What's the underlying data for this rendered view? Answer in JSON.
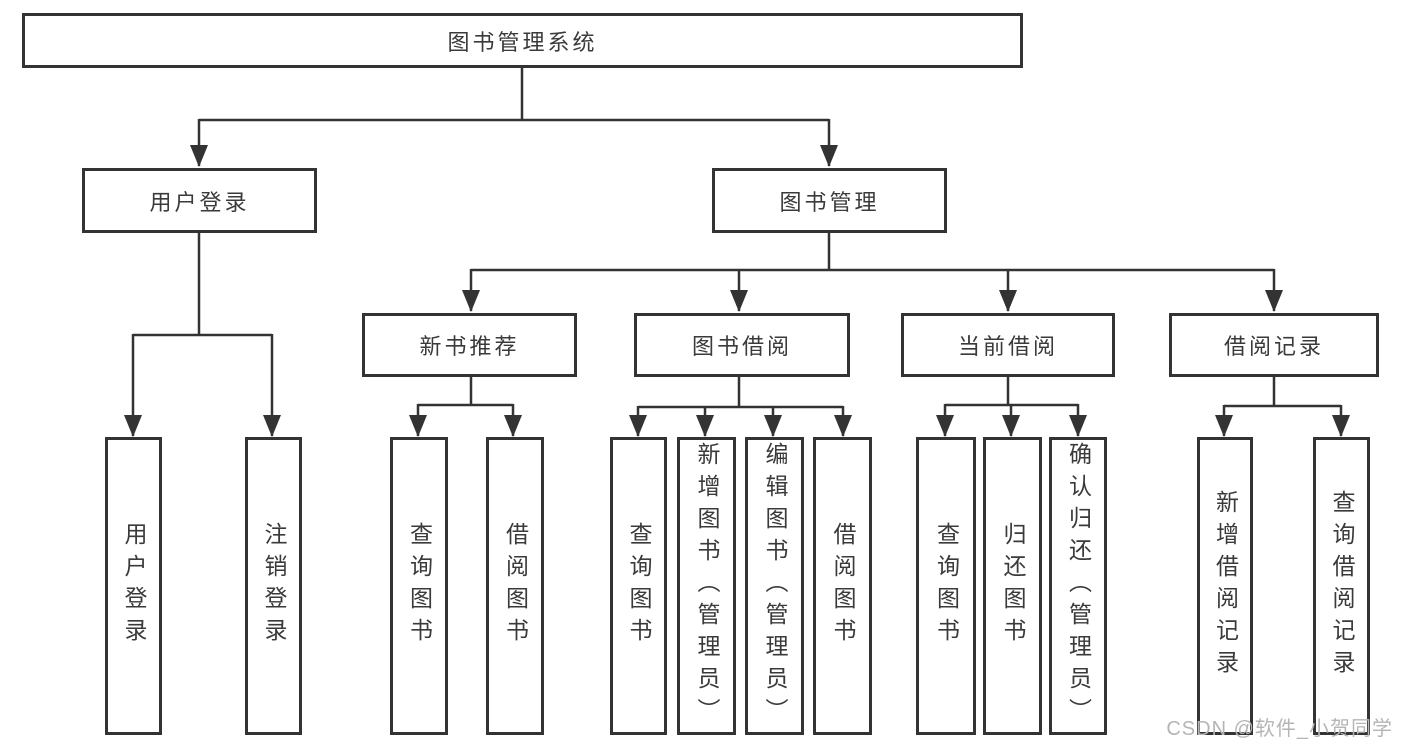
{
  "page": {
    "background": "#ffffff",
    "watermark": "CSDN @软件_小贺同学"
  },
  "colors": {
    "line": "#333333",
    "box_border": "#333333",
    "text": "#3a3a3a",
    "watermark": "#b5b5b5"
  },
  "tree": {
    "root": {
      "label": "图书管理系统"
    },
    "branches": [
      {
        "label": "用户登录",
        "children": [
          {
            "label": "用户登录"
          },
          {
            "label": "注销登录"
          }
        ]
      },
      {
        "label": "图书管理",
        "children": [
          {
            "label": "新书推荐",
            "children": [
              {
                "label": "查询图书"
              },
              {
                "label": "借阅图书"
              }
            ]
          },
          {
            "label": "图书借阅",
            "children": [
              {
                "label": "查询图书"
              },
              {
                "label": "新增图书（管理员）"
              },
              {
                "label": "编辑图书（管理员）"
              },
              {
                "label": "借阅图书"
              }
            ]
          },
          {
            "label": "当前借阅",
            "children": [
              {
                "label": "查询图书"
              },
              {
                "label": "归还图书"
              },
              {
                "label": "确认归还（管理员）"
              }
            ]
          },
          {
            "label": "借阅记录",
            "children": [
              {
                "label": "新增借阅记录"
              },
              {
                "label": "查询借阅记录"
              }
            ]
          }
        ]
      }
    ]
  }
}
